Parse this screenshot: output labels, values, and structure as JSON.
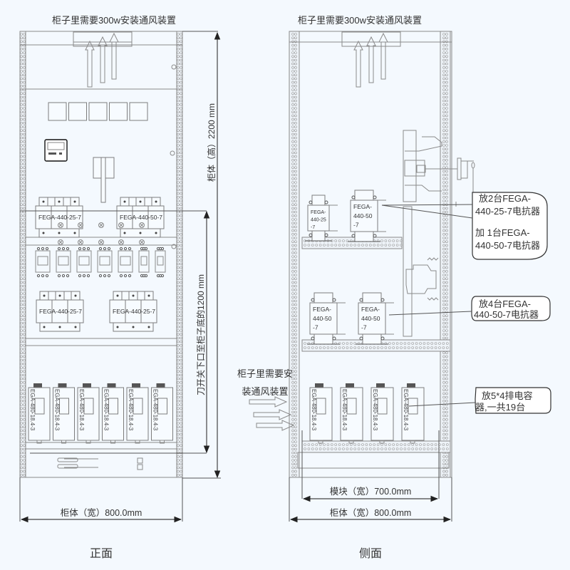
{
  "front_view": {
    "caption": "正面",
    "top_note": "柜子里需要300w安装通风装置",
    "height_dim": "柜体（高）2200 mm",
    "switch_dim": "刀开关下口至柜子底的1200 mm",
    "width_dim": "柜体（宽）800.0mm",
    "reactors_row1": [
      "FEGA-440-25-7",
      "FEGA-440-50-7"
    ],
    "reactors_row2": [
      "FEGA-440-25-7",
      "FEGA-440-25-7"
    ],
    "contactor_count": 7,
    "capacitors": [
      "EGA-480-18.4-3",
      "EGA-480-18.4-3",
      "EGA-480-18.4-3",
      "EGA-480-18.4-3",
      "EGA-480-18.4-3",
      "EGA-480-18.4-3"
    ]
  },
  "side_view": {
    "caption": "侧面",
    "top_note": "柜子里需要300w安装通风装置",
    "side_vent_note_line1": "柜子里需要安",
    "side_vent_note_line2": "装通风装置",
    "module_width_dim": "模块（宽）700.0mm",
    "cabinet_width_dim": "柜体（宽）800.0mm",
    "upper_reactors": [
      {
        "l1": "FEGA-",
        "l2": "440-25",
        "l3": "-7"
      },
      {
        "l1": "FEGA-",
        "l2": "440-50",
        "l3": "-7"
      }
    ],
    "middle_reactors": [
      {
        "l1": "FEGA-",
        "l2": "440-50",
        "l3": "-7"
      },
      {
        "l1": "FEGA-",
        "l2": "440-50",
        "l3": "-7"
      }
    ],
    "capacitors": [
      "EGA-480-18.4-3",
      "EGA-480-18.4-3",
      "EGA-480-18.4-3",
      "EGA-480-18.4-3"
    ],
    "callouts": {
      "reactor_upper_1": {
        "line1": "放2台FEGA-",
        "line2": "440-25-7电抗器"
      },
      "reactor_upper_2": {
        "line1": "加 1台FEGA-",
        "line2": "440-50-7电抗器"
      },
      "reactor_middle": {
        "line1": "放4台FEGA-",
        "line2": "440-50-7电抗器"
      },
      "capacitor": {
        "line1": "放5*4排电容",
        "line2": "器,一共19台"
      }
    }
  }
}
